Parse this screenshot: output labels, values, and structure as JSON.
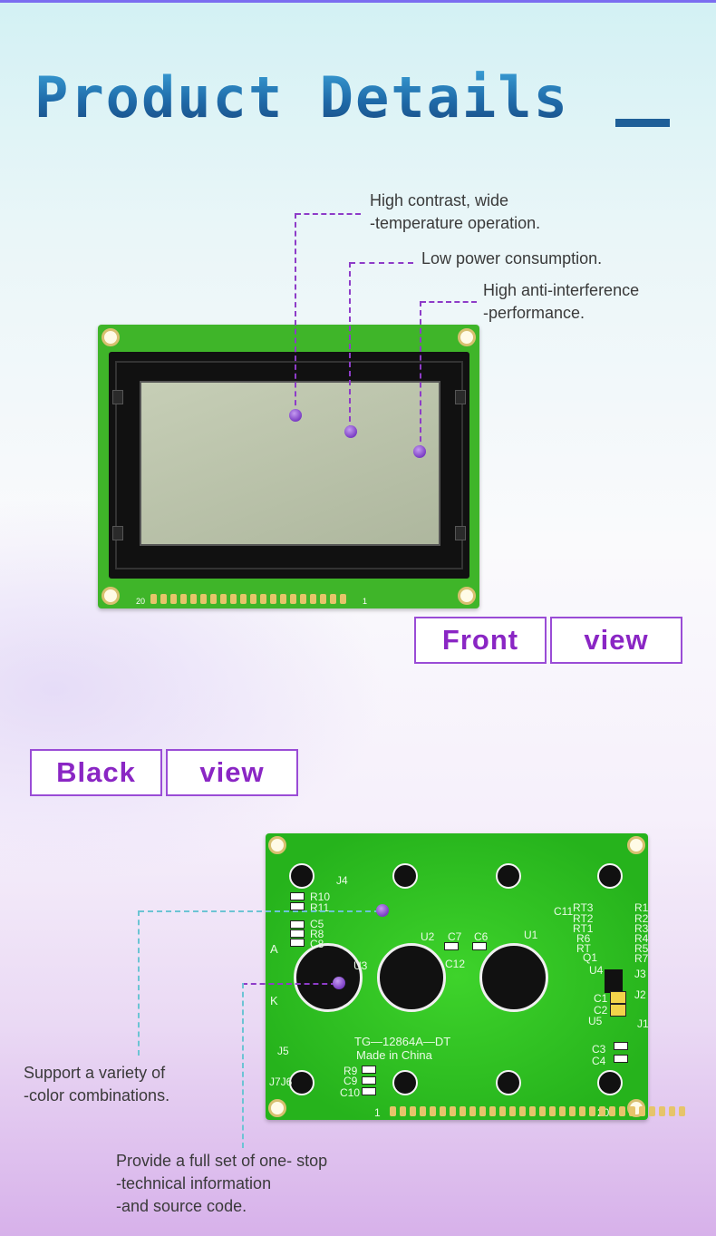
{
  "header": {
    "title": "Product Details"
  },
  "front_notes": {
    "note1": [
      "High contrast, wide",
      "-temperature operation."
    ],
    "note2": [
      "Low power consumption."
    ],
    "note3": [
      "High anti-interference",
      "-performance."
    ]
  },
  "front_module": {
    "pin_left": "20",
    "pin_right": "1"
  },
  "front_badge": {
    "word1": "Front",
    "word2": "view"
  },
  "back_badge": {
    "word1": "Black",
    "word2": "view"
  },
  "back_module": {
    "model": "TG—12864A—DT",
    "origin": "Made in China",
    "pin_left": "1",
    "pin_right": "20",
    "labels": {
      "j4": "J4",
      "r10": "R10",
      "r11": "R11",
      "c5": "C5",
      "r8": "R8",
      "c8": "C8",
      "a": "A",
      "k": "K",
      "u3": "U3",
      "u2": "U2",
      "u1": "U1",
      "c7": "C7",
      "c6": "C6",
      "c12": "C12",
      "c11": "C11",
      "rt3": "RT3",
      "rt2": "RT2",
      "rt1": "RT1",
      "r6": "R6",
      "rt": "RT",
      "q1": "Q1",
      "u4": "U4",
      "c1": "C1",
      "c2": "C2",
      "u5": "U5",
      "c3": "C3",
      "c4": "C4",
      "r1": "R1",
      "r2": "R2",
      "r3": "R3",
      "r4": "R4",
      "r5": "R5",
      "r7": "R7",
      "j3": "J3",
      "j2": "J2",
      "j1": "J1",
      "j5": "J5",
      "j7j6": "J7J6",
      "r9": "R9",
      "c9": "C9",
      "c10": "C10"
    }
  },
  "back_notes": {
    "note1": [
      "Support a variety of",
      "-color combinations."
    ],
    "note2": [
      "Provide a full set of one- stop",
      "-technical information",
      "-and source code."
    ]
  }
}
